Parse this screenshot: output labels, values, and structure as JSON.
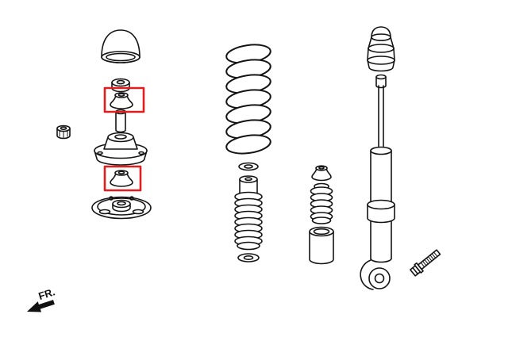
{
  "canvas": {
    "background": "#ffffff",
    "line_color": "#141414"
  },
  "annotations": {
    "fr_label": "FR.",
    "highlight_color": "#e11d1d",
    "highlighted_parts": [
      "upper-mount-bushing",
      "lower-mount-bushing"
    ]
  },
  "diagram": {
    "type": "exploded-parts-diagram",
    "parts": [
      "bump-stop-cap",
      "retainer-washer",
      "upper-mount-bushing",
      "spacer-sleeve",
      "lock-nut",
      "upper-strut-mount",
      "lower-mount-bushing",
      "spring-seat-plate",
      "coil-spring",
      "spring-washer",
      "dust-boot-bellows",
      "boot-washer",
      "stop-bushing",
      "ribbed-bump-stop",
      "sleeve-tube",
      "shock-bump-stop",
      "shock-absorber",
      "lower-eye-mount",
      "mounting-bolt"
    ]
  }
}
